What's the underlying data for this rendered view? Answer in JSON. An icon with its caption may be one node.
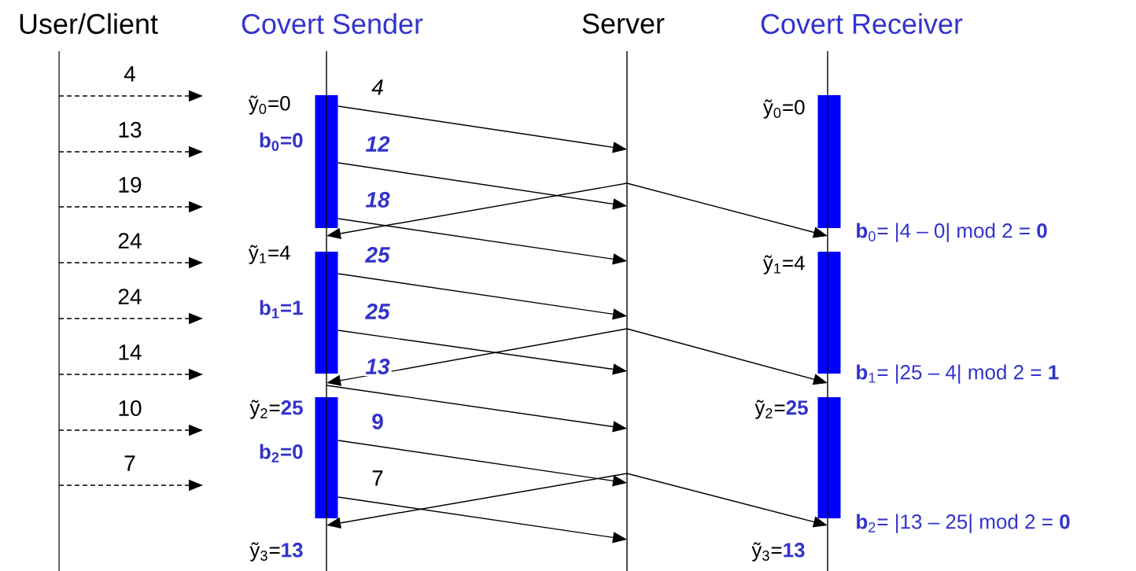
{
  "diagram": {
    "nodes": [
      {
        "text": [
          "User/Client"
        ]
      },
      {
        "text": [
          "Covert Sender"
        ]
      },
      {
        "text": [
          "Server"
        ]
      },
      {
        "text": [
          "Covert Receiver"
        ]
      },
      {
        "text": [],
        "shape": "line"
      },
      {
        "text": [],
        "shape": "line"
      },
      {
        "text": [],
        "shape": "line"
      },
      {
        "text": [],
        "shape": "line"
      },
      {
        "text": [],
        "shape": "bar"
      },
      {
        "text": [],
        "shape": "bar"
      },
      {
        "text": [],
        "shape": "bar"
      },
      {
        "text": [],
        "shape": "bar"
      },
      {
        "text": [],
        "shape": "bar"
      },
      {
        "text": [],
        "shape": "bar"
      }
    ],
    "edges": [
      {
        "from": 4,
        "to": null,
        "arrow": "to",
        "style": "dashed",
        "label": "4"
      },
      {
        "from": 4,
        "to": null,
        "arrow": "to",
        "style": "dashed",
        "label": "13"
      },
      {
        "from": 4,
        "to": null,
        "arrow": "to",
        "style": "dashed",
        "label": "19"
      },
      {
        "from": 4,
        "to": null,
        "arrow": "to",
        "style": "dashed",
        "label": "24"
      },
      {
        "from": 4,
        "to": null,
        "arrow": "to",
        "style": "dashed",
        "label": "24"
      },
      {
        "from": 4,
        "to": null,
        "arrow": "to",
        "style": "dashed",
        "label": "14"
      },
      {
        "from": 4,
        "to": null,
        "arrow": "to",
        "style": "dashed",
        "label": "10"
      },
      {
        "from": 4,
        "to": null,
        "arrow": "to",
        "style": "dashed",
        "label": "7"
      },
      {
        "from": 8,
        "to": 6,
        "arrow": "to",
        "label": "4"
      },
      {
        "from": 8,
        "to": 6,
        "arrow": "to",
        "label": "12"
      },
      {
        "from": 8,
        "to": 6,
        "arrow": "to",
        "label": "18"
      },
      {
        "from": 9,
        "to": 6,
        "arrow": "to",
        "label": "25"
      },
      {
        "from": 9,
        "to": 6,
        "arrow": "to",
        "label": "25"
      },
      {
        "from": 5,
        "to": 6,
        "arrow": "to",
        "label": "13"
      },
      {
        "from": 10,
        "to": 6,
        "arrow": "to",
        "label": "9"
      },
      {
        "from": 10,
        "to": 6,
        "arrow": "to",
        "label": "7"
      },
      {
        "from": 6,
        "to": 5,
        "arrow": "to"
      },
      {
        "from": 6,
        "to": 7,
        "arrow": "to"
      },
      {
        "from": 6,
        "to": 5,
        "arrow": "to"
      },
      {
        "from": 6,
        "to": 7,
        "arrow": "to"
      },
      {
        "from": 6,
        "to": 5,
        "arrow": "to"
      },
      {
        "from": 6,
        "to": 7,
        "arrow": "to"
      }
    ],
    "labels": [
      "ỹ$_{0}$=0",
      "ỹ$_{0}$=0",
      "b$_{0}$=0",
      "**b**$_{0}$= |4 – 0| mod 2 = **0**",
      "ỹ$_{1}$=4",
      "ỹ$_{1}$=4",
      "b$_{1}$=1",
      "**b**$_{1}$= |25 – 4| mod 2 = **1**",
      "ỹ$_{2}$=**25**",
      "ỹ$_{2}$=**25**",
      "b$_{2}$=0",
      "**b**$_{2}$= |13 – 25| mod 2 = **0**",
      "ỹ$_{3}$=**13**",
      "ỹ$_{3}$=**13**"
    ]
  }
}
